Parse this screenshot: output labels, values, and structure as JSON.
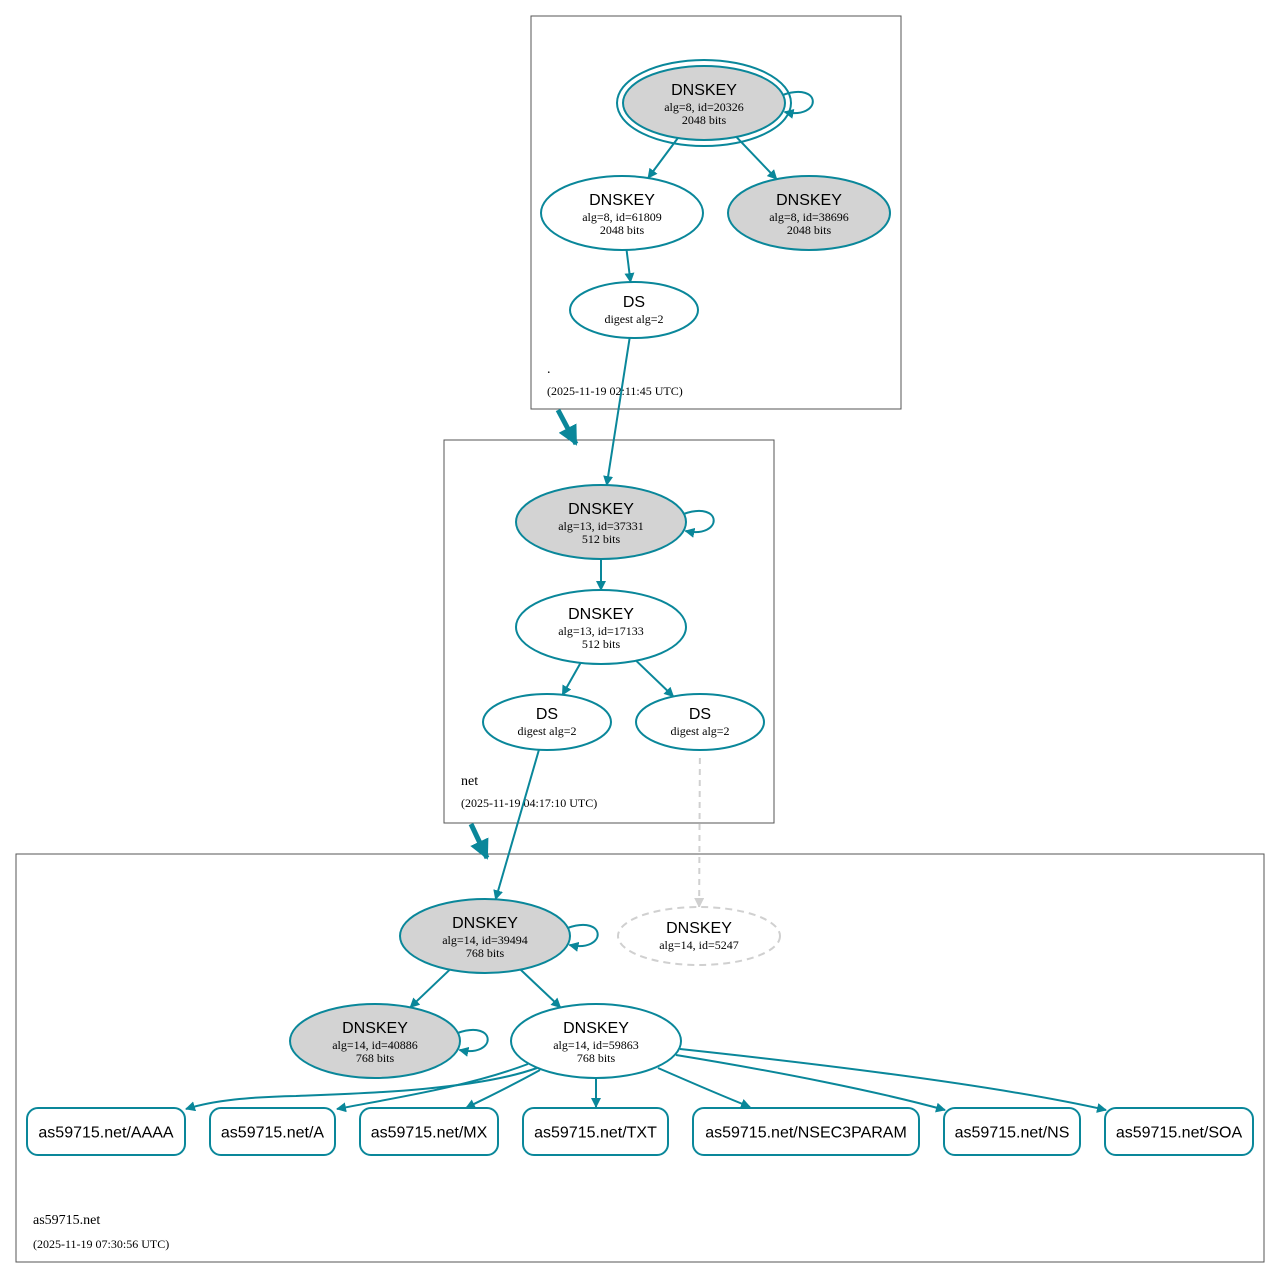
{
  "colors": {
    "edge": "#0a879a",
    "node_fill_ksk": "#d3d3d3",
    "node_fill_zsk": "#ffffff",
    "missing": "#d0d0d0",
    "zone_border": "#555555"
  },
  "zones": [
    {
      "id": "root",
      "name": ".",
      "timestamp": "(2025-11-19 02:11:45 UTC)"
    },
    {
      "id": "net",
      "name": "net",
      "timestamp": "(2025-11-19 04:17:10 UTC)"
    },
    {
      "id": "as59715",
      "name": "as59715.net",
      "timestamp": "(2025-11-19 07:30:56 UTC)"
    }
  ],
  "nodes": [
    {
      "id": "root_ksk",
      "zone": "root",
      "type": "DNSKEY",
      "title": "DNSKEY",
      "line1": "alg=8, id=20326",
      "line2": "2048 bits",
      "style": "ksk-trust-anchor"
    },
    {
      "id": "root_zsk1",
      "zone": "root",
      "type": "DNSKEY",
      "title": "DNSKEY",
      "line1": "alg=8, id=61809",
      "line2": "2048 bits",
      "style": "zsk"
    },
    {
      "id": "root_zsk2",
      "zone": "root",
      "type": "DNSKEY",
      "title": "DNSKEY",
      "line1": "alg=8, id=38696",
      "line2": "2048 bits",
      "style": "ksk"
    },
    {
      "id": "root_ds",
      "zone": "root",
      "type": "DS",
      "title": "DS",
      "line1": "digest alg=2",
      "line2": "",
      "style": "ds"
    },
    {
      "id": "net_ksk",
      "zone": "net",
      "type": "DNSKEY",
      "title": "DNSKEY",
      "line1": "alg=13, id=37331",
      "line2": "512 bits",
      "style": "ksk"
    },
    {
      "id": "net_zsk",
      "zone": "net",
      "type": "DNSKEY",
      "title": "DNSKEY",
      "line1": "alg=13, id=17133",
      "line2": "512 bits",
      "style": "zsk"
    },
    {
      "id": "net_ds1",
      "zone": "net",
      "type": "DS",
      "title": "DS",
      "line1": "digest alg=2",
      "line2": "",
      "style": "ds"
    },
    {
      "id": "net_ds2",
      "zone": "net",
      "type": "DS",
      "title": "DS",
      "line1": "digest alg=2",
      "line2": "",
      "style": "ds"
    },
    {
      "id": "as_ksk1",
      "zone": "as59715",
      "type": "DNSKEY",
      "title": "DNSKEY",
      "line1": "alg=14, id=39494",
      "line2": "768 bits",
      "style": "ksk"
    },
    {
      "id": "as_missing",
      "zone": "as59715",
      "type": "DNSKEY",
      "title": "DNSKEY",
      "line1": "alg=14, id=5247",
      "line2": "",
      "style": "missing"
    },
    {
      "id": "as_ksk2",
      "zone": "as59715",
      "type": "DNSKEY",
      "title": "DNSKEY",
      "line1": "alg=14, id=40886",
      "line2": "768 bits",
      "style": "ksk"
    },
    {
      "id": "as_zsk",
      "zone": "as59715",
      "type": "DNSKEY",
      "title": "DNSKEY",
      "line1": "alg=14, id=59863",
      "line2": "768 bits",
      "style": "zsk"
    }
  ],
  "rrsets": [
    {
      "id": "rr_aaaa",
      "label": "as59715.net/AAAA"
    },
    {
      "id": "rr_a",
      "label": "as59715.net/A"
    },
    {
      "id": "rr_mx",
      "label": "as59715.net/MX"
    },
    {
      "id": "rr_txt",
      "label": "as59715.net/TXT"
    },
    {
      "id": "rr_nsec3param",
      "label": "as59715.net/NSEC3PARAM"
    },
    {
      "id": "rr_ns",
      "label": "as59715.net/NS"
    },
    {
      "id": "rr_soa",
      "label": "as59715.net/SOA"
    }
  ],
  "edges": [
    {
      "from": "root_ksk",
      "to": "root_ksk",
      "kind": "self"
    },
    {
      "from": "root_ksk",
      "to": "root_zsk1",
      "kind": "sign"
    },
    {
      "from": "root_ksk",
      "to": "root_zsk2",
      "kind": "sign"
    },
    {
      "from": "root_zsk1",
      "to": "root_ds",
      "kind": "sign"
    },
    {
      "from": "root_ds",
      "to": "net_ksk",
      "kind": "delegation"
    },
    {
      "from": "net_ksk",
      "to": "net_ksk",
      "kind": "self"
    },
    {
      "from": "net_ksk",
      "to": "net_zsk",
      "kind": "sign"
    },
    {
      "from": "net_zsk",
      "to": "net_ds1",
      "kind": "sign"
    },
    {
      "from": "net_zsk",
      "to": "net_ds2",
      "kind": "sign"
    },
    {
      "from": "net_ds1",
      "to": "as_ksk1",
      "kind": "delegation"
    },
    {
      "from": "net_ds2",
      "to": "as_missing",
      "kind": "missing"
    },
    {
      "from": "as_ksk1",
      "to": "as_ksk1",
      "kind": "self"
    },
    {
      "from": "as_ksk1",
      "to": "as_ksk2",
      "kind": "sign"
    },
    {
      "from": "as_ksk1",
      "to": "as_zsk",
      "kind": "sign"
    },
    {
      "from": "as_ksk2",
      "to": "as_ksk2",
      "kind": "self"
    },
    {
      "from": "as_zsk",
      "to": "rr_aaaa",
      "kind": "sign"
    },
    {
      "from": "as_zsk",
      "to": "rr_a",
      "kind": "sign"
    },
    {
      "from": "as_zsk",
      "to": "rr_mx",
      "kind": "sign"
    },
    {
      "from": "as_zsk",
      "to": "rr_txt",
      "kind": "sign"
    },
    {
      "from": "as_zsk",
      "to": "rr_nsec3param",
      "kind": "sign"
    },
    {
      "from": "as_zsk",
      "to": "rr_ns",
      "kind": "sign"
    },
    {
      "from": "as_zsk",
      "to": "rr_soa",
      "kind": "sign"
    },
    {
      "from": "root",
      "to": "net",
      "kind": "zone-delegation"
    },
    {
      "from": "net",
      "to": "as59715",
      "kind": "zone-delegation"
    }
  ]
}
